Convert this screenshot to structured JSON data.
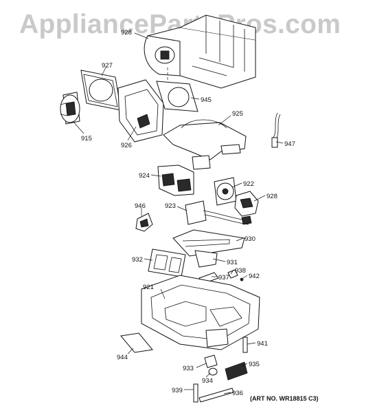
{
  "watermark": "AppliancePartsPros.com",
  "art_number": "(ART NO. WR18815 C3)",
  "callouts": {
    "c928a": "928",
    "c927": "927",
    "c945": "945",
    "c915": "915",
    "c926": "926",
    "c925": "925",
    "c947": "947",
    "c924": "924",
    "c922": "922",
    "c928b": "928",
    "c946": "946",
    "c923": "923",
    "c930": "930",
    "c932": "932",
    "c931": "931",
    "c938": "938",
    "c937": "937",
    "c942": "942",
    "c921": "921",
    "c941": "941",
    "c944": "944",
    "c935": "935",
    "c933": "933",
    "c934": "934",
    "c939": "939",
    "c936": "936"
  }
}
